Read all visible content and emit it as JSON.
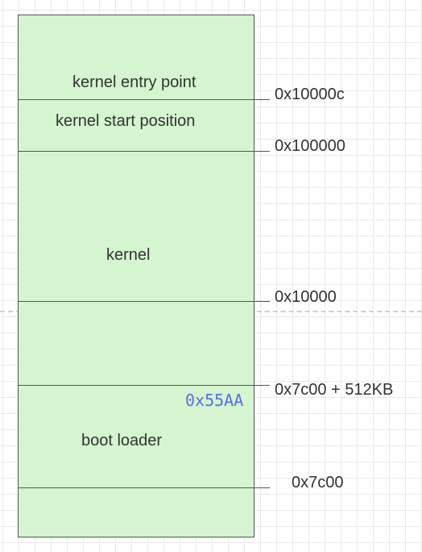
{
  "header_fragment": "",
  "regions": {
    "entry": "kernel entry point",
    "start": "kernel start position",
    "kernel": "kernel",
    "boot": "boot loader"
  },
  "addresses": {
    "a1": "0x10000c",
    "a2": "0x100000",
    "a3": "0x10000",
    "a4": "0x7c00 + 512KB",
    "a5": "0x7c00"
  },
  "marker": "0x55AA",
  "colors": {
    "block_fill": "#d4f5cf",
    "line": "#555555",
    "marker_text": "#5b6ee8"
  }
}
